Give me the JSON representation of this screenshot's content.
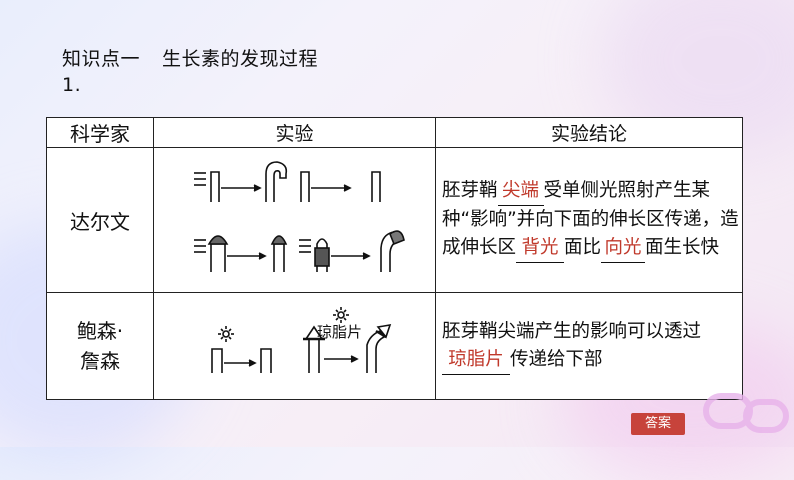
{
  "heading": {
    "line1a": "知识点一",
    "line1b": "生长素的发现过程",
    "line2": "1."
  },
  "table": {
    "headers": [
      "科学家",
      "实验",
      "实验结论"
    ],
    "rows": [
      {
        "scientist": "达尔文",
        "conclusion": {
          "p1": "胚芽鞘",
          "b1": "尖端",
          "p2": "受单侧光照射产生某种“影响”并向下面的伸长区传递，造成伸长区",
          "b2": "背光",
          "p3": "面比",
          "b3": "向光",
          "p4": "面生长快"
        }
      },
      {
        "scientist_line1": "鲍森·",
        "scientist_line2": "詹森",
        "conclusion": {
          "p1": "胚芽鞘尖端产生的影响可以透过",
          "b1": "琼脂片",
          "p2": "传递给下部"
        },
        "diagram_label": "琼脂片"
      }
    ]
  },
  "button": {
    "answer": "答案"
  },
  "colors": {
    "blank": "#c0392b",
    "button": "#c7433b"
  }
}
